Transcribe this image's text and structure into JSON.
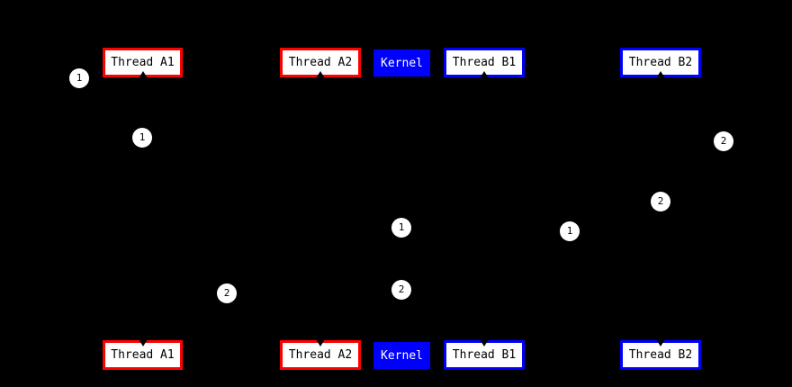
{
  "diagram": {
    "description": "Thread and kernel scheduling diagram with numbered edge labels",
    "colors": {
      "background": "#000000",
      "thread_a_border": "#ff0000",
      "thread_b_border": "#0000ff",
      "kernel_fill": "#0000ff",
      "kernel_text": "#ffffff",
      "node_fill": "#ffffff",
      "node_text": "#000000",
      "edge_label_fill": "#ffffff",
      "edge_label_text": "#000000",
      "arrowhead": "#000000"
    },
    "nodes": {
      "top": [
        {
          "label": "Thread A1",
          "kind": "thread-a"
        },
        {
          "label": "Thread A2",
          "kind": "thread-a"
        },
        {
          "label": "Kernel",
          "kind": "kernel"
        },
        {
          "label": "Thread B1",
          "kind": "thread-b"
        },
        {
          "label": "Thread B2",
          "kind": "thread-b"
        }
      ],
      "bottom": [
        {
          "label": "Thread A1",
          "kind": "thread-a"
        },
        {
          "label": "Thread A2",
          "kind": "thread-a"
        },
        {
          "label": "Kernel",
          "kind": "kernel"
        },
        {
          "label": "Thread B1",
          "kind": "thread-b"
        },
        {
          "label": "Thread B2",
          "kind": "thread-b"
        }
      ]
    },
    "edge_labels": [
      "1",
      "1",
      "2",
      "2",
      "1",
      "1",
      "2",
      "2"
    ]
  }
}
